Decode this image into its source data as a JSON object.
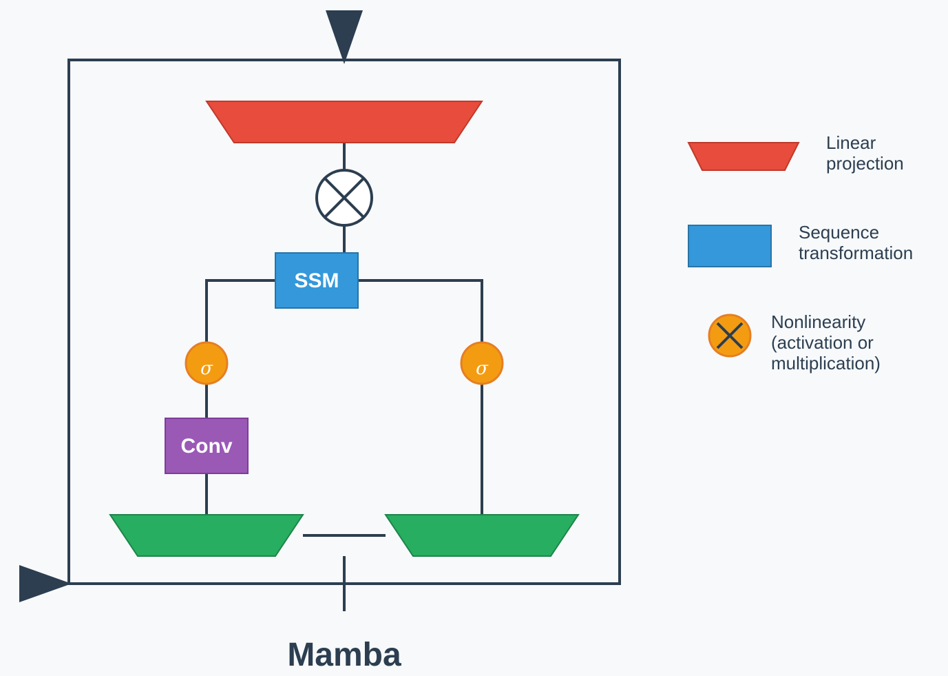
{
  "diagram": {
    "title": "Mamba",
    "blocks": {
      "ssm": "SSM",
      "conv": "Conv",
      "sigma_left": "σ",
      "sigma_right": "σ"
    },
    "legend": {
      "linear": [
        "Linear",
        "projection"
      ],
      "sequence": [
        "Sequence",
        "transformation"
      ],
      "nonlinearity": [
        "Nonlinearity",
        "(activation or",
        "multiplication)"
      ]
    }
  },
  "colors": {
    "background": "#f7f9fb",
    "wire": "#2c3e50",
    "linear_projection": "#e74c3c",
    "linear_projection_border": "#c0392b",
    "input_projection": "#27ae60",
    "input_projection_border": "#1e8449",
    "ssm": "#3498db",
    "ssm_border": "#2874a6",
    "conv": "#9b59b6",
    "conv_border": "#7d3c98",
    "nonlinearity": "#f39c12",
    "nonlinearity_border": "#e67e22"
  }
}
